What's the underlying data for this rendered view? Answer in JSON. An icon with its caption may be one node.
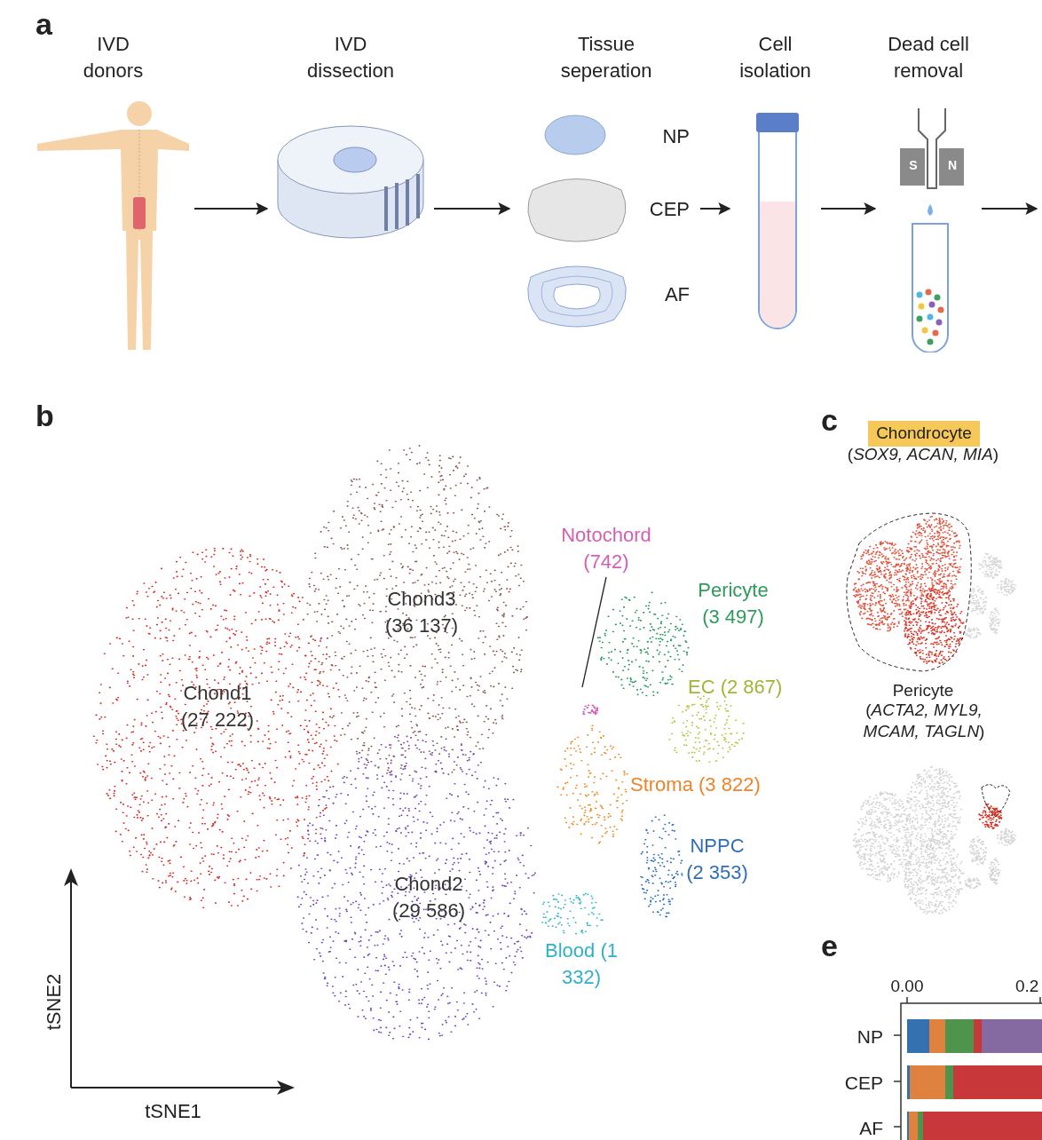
{
  "diagram": {
    "nodes": [
      {
        "text": [
          "IVD donors"
        ]
      },
      {
        "text": [
          "IVD dissection"
        ]
      },
      {
        "text": [
          "Tissue seperation"
        ]
      },
      {
        "text": [
          "NP"
        ],
        "in": 2
      },
      {
        "text": [
          "CEP"
        ],
        "in": 2
      },
      {
        "text": [
          "AF"
        ],
        "in": 2
      },
      {
        "text": [
          "Cell isolation"
        ]
      },
      {
        "text": [
          "Dead cell removal"
        ]
      },
      {
        "text": [
          "Notochord (742)"
        ]
      },
      {
        "text": [],
        "shape": "picture"
      }
    ],
    "edges": [
      {
        "from": 0,
        "to": 1,
        "arrow": "to"
      },
      {
        "from": 1,
        "to": 2,
        "arrow": "to"
      },
      {
        "from": 4,
        "to": 6,
        "arrow": "to"
      },
      {
        "from": 6,
        "to": 7,
        "arrow": "to"
      },
      {
        "from": 7,
        "to": null,
        "arrow": "to"
      },
      {
        "from": 8,
        "to": 9,
        "arrow": "none"
      }
    ],
    "labels": [
      "a",
      "S",
      "N",
      "b",
      "Chond3 (36 137)",
      "Pericyte (3 497)",
      "Chond1 (27 222)",
      "EC (2 867)",
      "Stroma (3 822)",
      "NPPC (2 353)",
      "Chond2 (29 586)",
      "Blood (1 332)",
      "tSNE2",
      "tSNE1",
      "c",
      "Chondrocyte",
      "(*SOX9, ACAN, MIA*)",
      "Pericyte",
      "(*ACTA2, MYL9, MCAM, TAGLN*)",
      "e",
      "0.00",
      "0.2",
      "NP",
      "CEP",
      "AF"
    ]
  }
}
